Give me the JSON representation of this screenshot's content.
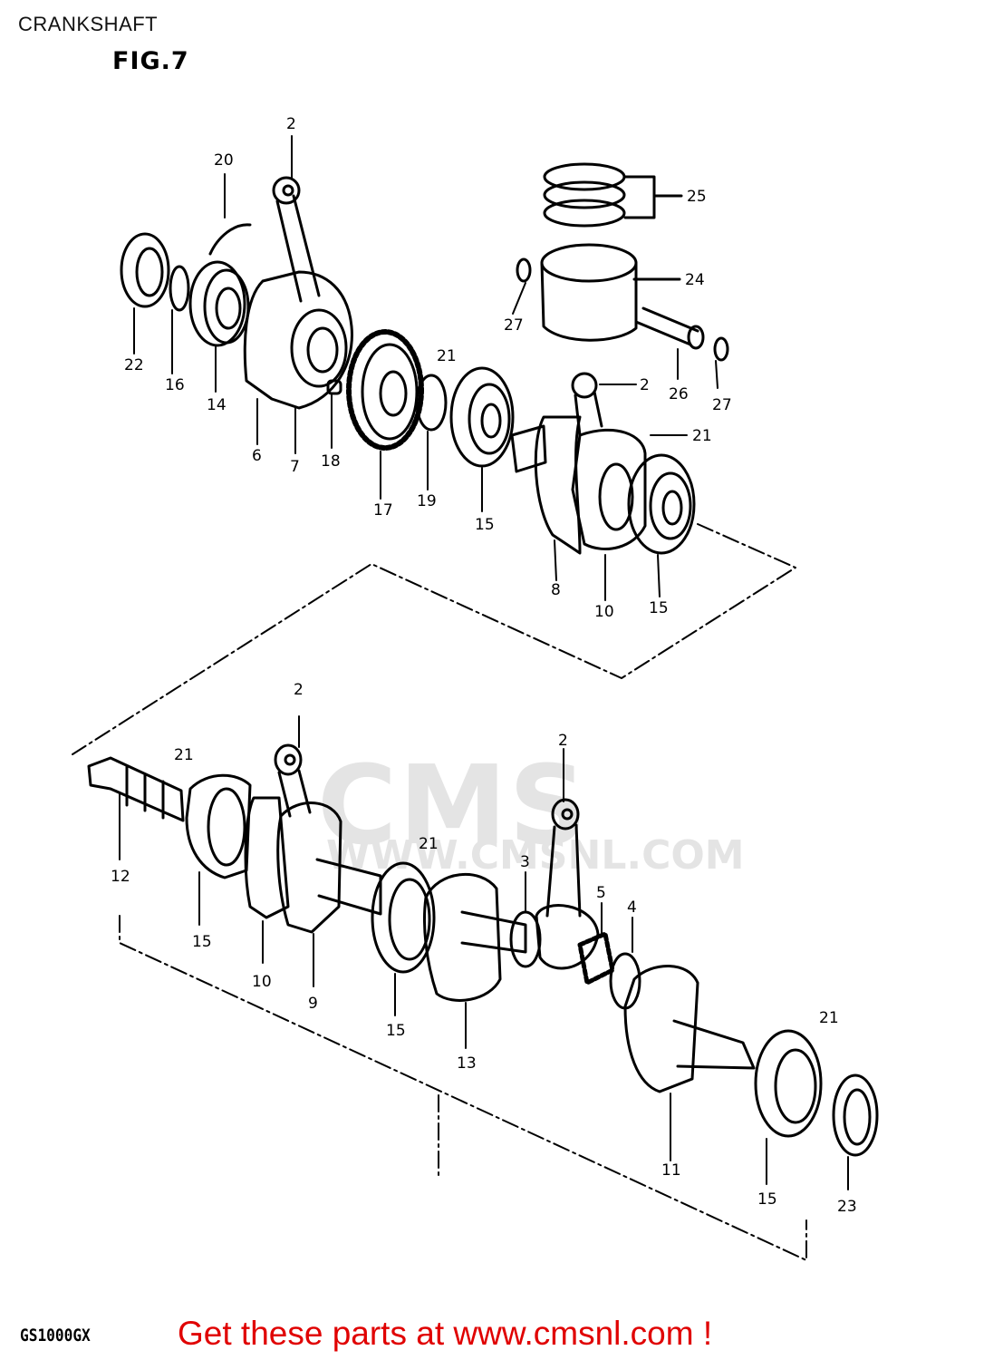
{
  "header": {
    "title": "CRANKSHAFT",
    "figure": "FIG.7"
  },
  "watermark": {
    "brand": "CMS",
    "url": "WWW.CMSNL.COM"
  },
  "footer": {
    "model": "GS1000GX",
    "cta": "Get these parts at www.cmsnl.com !"
  },
  "callouts": [
    {
      "id": "c1",
      "text": "2"
    },
    {
      "id": "c2",
      "text": "20"
    },
    {
      "id": "c3",
      "text": "25"
    },
    {
      "id": "c4",
      "text": "24"
    },
    {
      "id": "c5",
      "text": "27"
    },
    {
      "id": "c6",
      "text": "22"
    },
    {
      "id": "c7",
      "text": "16"
    },
    {
      "id": "c8",
      "text": "14"
    },
    {
      "id": "c9",
      "text": "6"
    },
    {
      "id": "c10",
      "text": "7"
    },
    {
      "id": "c11",
      "text": "18"
    },
    {
      "id": "c12",
      "text": "21"
    },
    {
      "id": "c13",
      "text": "2"
    },
    {
      "id": "c14",
      "text": "26"
    },
    {
      "id": "c15",
      "text": "27"
    },
    {
      "id": "c16",
      "text": "21"
    },
    {
      "id": "c17",
      "text": "17"
    },
    {
      "id": "c18",
      "text": "19"
    },
    {
      "id": "c19",
      "text": "15"
    },
    {
      "id": "c20",
      "text": "8"
    },
    {
      "id": "c21",
      "text": "10"
    },
    {
      "id": "c22",
      "text": "15"
    },
    {
      "id": "c23",
      "text": "2"
    },
    {
      "id": "c24",
      "text": "21"
    },
    {
      "id": "c25",
      "text": "2"
    },
    {
      "id": "c26",
      "text": "21"
    },
    {
      "id": "c27",
      "text": "12"
    },
    {
      "id": "c28",
      "text": "3"
    },
    {
      "id": "c29",
      "text": "5"
    },
    {
      "id": "c30",
      "text": "4"
    },
    {
      "id": "c31",
      "text": "15"
    },
    {
      "id": "c32",
      "text": "10"
    },
    {
      "id": "c33",
      "text": "9"
    },
    {
      "id": "c34",
      "text": "15"
    },
    {
      "id": "c35",
      "text": "13"
    },
    {
      "id": "c36",
      "text": "21"
    },
    {
      "id": "c37",
      "text": "11"
    },
    {
      "id": "c38",
      "text": "15"
    },
    {
      "id": "c39",
      "text": "23"
    }
  ]
}
